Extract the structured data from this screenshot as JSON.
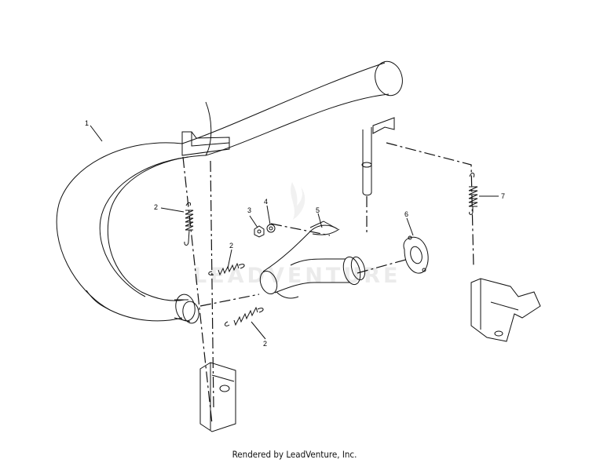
{
  "callouts": {
    "c1": "1",
    "c2a": "2",
    "c2b": "2",
    "c2c": "2",
    "c3": "3",
    "c4": "4",
    "c5": "5",
    "c6": "6",
    "c7": "7"
  },
  "watermark": "LEADVENTURE",
  "footer": "Rendered by LeadVenture, Inc."
}
